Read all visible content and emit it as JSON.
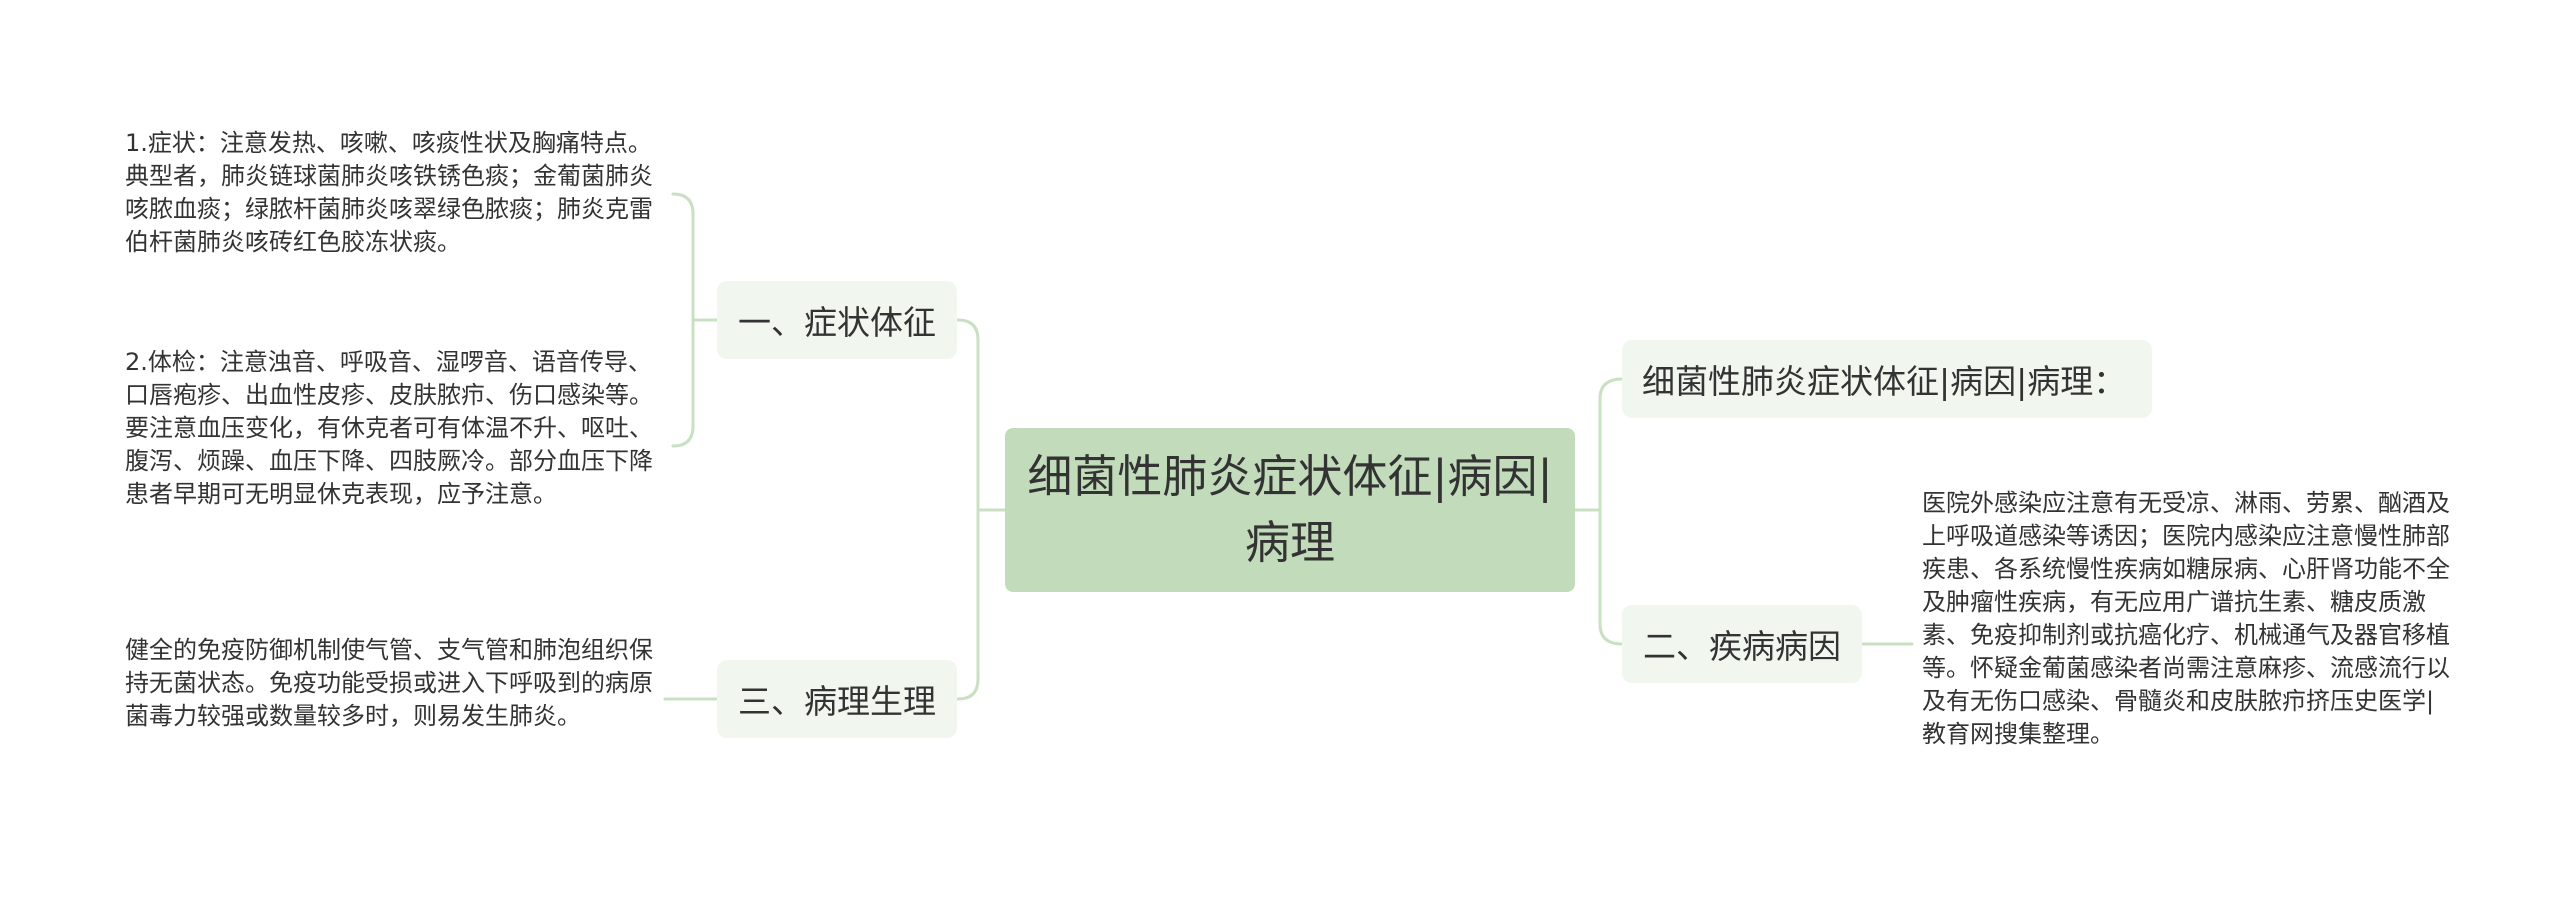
{
  "root": {
    "title": "细菌性肺炎症状体征|病因|病理"
  },
  "branches": {
    "symptoms": "一、症状体征",
    "pathology": "三、病理生理",
    "subtitle": "细菌性肺炎症状体征|病因|病理：",
    "cause": "二、疾病病因"
  },
  "leaves": {
    "symptom_1": "1.症状：注意发热、咳嗽、咳痰性状及胸痛特点。典型者，肺炎链球菌肺炎咳铁锈色痰；金葡菌肺炎咳脓血痰；绿脓杆菌肺炎咳翠绿色脓痰；肺炎克雷伯杆菌肺炎咳砖红色胶冻状痰。",
    "symptom_2": "2.体检：注意浊音、呼吸音、湿啰音、语音传导、口唇疱疹、出血性皮疹、皮肤脓疖、伤口感染等。要注意血压变化，有休克者可有体温不升、呕吐、腹泻、烦躁、血压下降、四肢厥冷。部分血压下降患者早期可无明显休克表现，应予注意。",
    "pathology_1": "健全的免疫防御机制使气管、支气管和肺泡组织保持无菌状态。免疫功能受损或进入下呼吸到的病原菌毒力较强或数量较多时，则易发生肺炎。",
    "cause_1": "医院外感染应注意有无受凉、淋雨、劳累、酗酒及上呼吸道感染等诱因；医院内感染应注意慢性肺部疾患、各系统慢性疾病如糖尿病、心肝肾功能不全及肿瘤性疾病，有无应用广谱抗生素、糖皮质激素、免疫抑制剂或抗癌化疗、机械通气及器官移植等。怀疑金葡菌感染者尚需注意麻疹、流感流行以及有无伤口感染、骨髓炎和皮肤脓疖挤压史医学|教育网搜集整理。"
  },
  "colors": {
    "root_fill": "#c2dbbb",
    "branch_fill": "#f1f7ef",
    "connector": "#c9e0c3"
  }
}
